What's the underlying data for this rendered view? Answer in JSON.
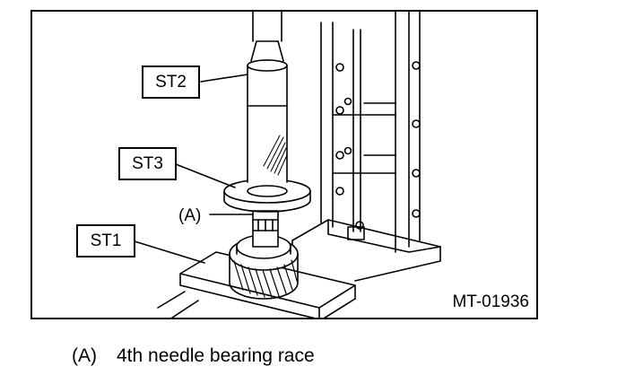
{
  "figure": {
    "labels": {
      "st2": "ST2",
      "st3": "ST3",
      "st1": "ST1",
      "part_a": "(A)"
    },
    "figure_code": "MT-01936"
  },
  "caption": {
    "key": "(A)",
    "text": "4th needle bearing race"
  }
}
